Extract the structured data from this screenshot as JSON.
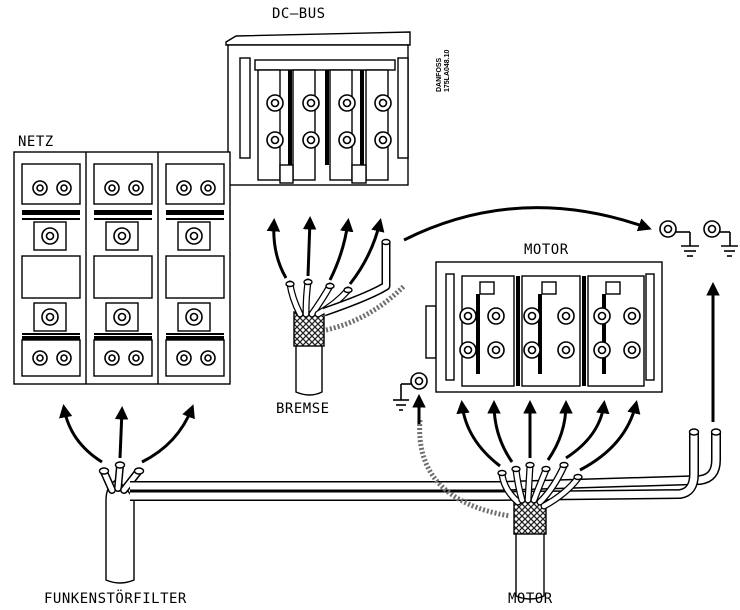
{
  "labels": {
    "dc_bus": "DC–BUS",
    "netz": "NETZ",
    "motor_block": "MOTOR",
    "bremse": "BREMSE",
    "funkenstoerfilter": "FUNKENSTÖRFILTER",
    "motor_cable": "MOTOR"
  },
  "drawing_ref": {
    "line1": "DANFOSS",
    "line2": "175LA048.10"
  },
  "colors": {
    "line": "#000000",
    "panel": "#ffffff",
    "shield": "#7a7a7a"
  }
}
